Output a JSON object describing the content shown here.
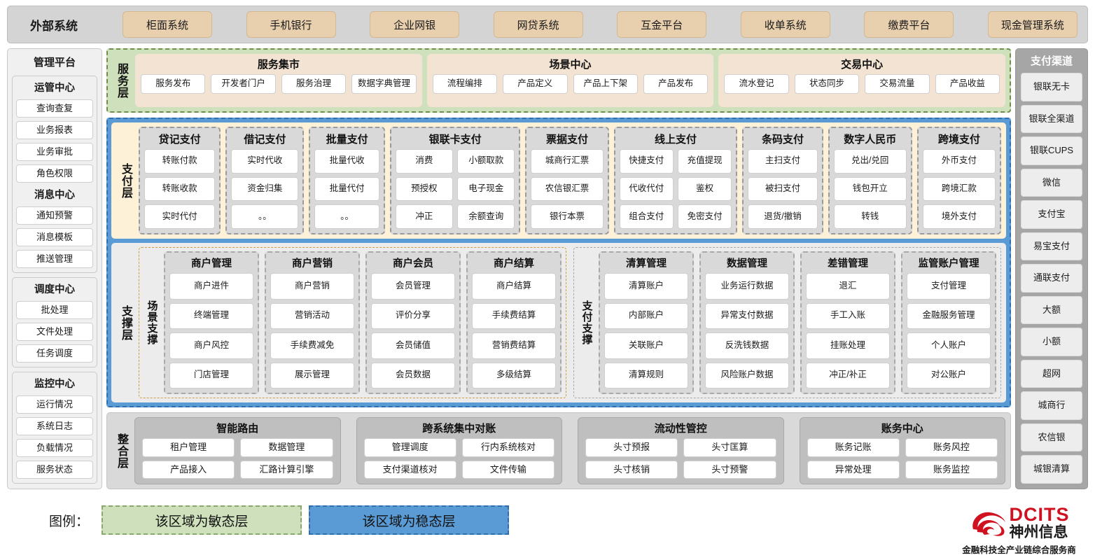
{
  "external": {
    "title": "外部系统",
    "systems": [
      "柜面系统",
      "手机银行",
      "企业网银",
      "网贷系统",
      "互金平台",
      "收单系统",
      "缴费平台",
      "现金管理系统"
    ]
  },
  "management": {
    "title": "管理平台",
    "groups": [
      {
        "title": "运管中心",
        "items": [
          "查询查复",
          "业务报表",
          "业务审批",
          "角色权限"
        ]
      },
      {
        "title": "消息中心",
        "items": [
          "通知预警",
          "消息模板",
          "推送管理"
        ]
      }
    ],
    "standalone": [
      {
        "title": "调度中心",
        "items": [
          "批处理",
          "文件处理",
          "任务调度"
        ]
      },
      {
        "title": "监控中心",
        "items": [
          "运行情况",
          "系统日志",
          "负载情况",
          "服务状态"
        ]
      }
    ]
  },
  "service_layer": {
    "label": "服务层",
    "cards": [
      {
        "title": "服务集市",
        "items": [
          "服务发布",
          "开发者门户",
          "服务治理",
          "数据字典管理"
        ]
      },
      {
        "title": "场景中心",
        "items": [
          "流程编排",
          "产品定义",
          "产品上下架",
          "产品发布"
        ]
      },
      {
        "title": "交易中心",
        "items": [
          "流水登记",
          "状态同步",
          "交易流量",
          "产品收益"
        ]
      }
    ]
  },
  "payment_layer": {
    "label": "支付层",
    "groups": [
      {
        "title": "贷记支付",
        "cols": 1,
        "items": [
          "转账付款",
          "转账收款",
          "实时代付"
        ]
      },
      {
        "title": "借记支付",
        "cols": 1,
        "items": [
          "实时代收",
          "资金归集",
          "。。"
        ]
      },
      {
        "title": "批量支付",
        "cols": 1,
        "items": [
          "批量代收",
          "批量代付",
          "。。"
        ]
      },
      {
        "title": "银联卡支付",
        "cols": 2,
        "items": [
          "消费",
          "小额取款",
          "预授权",
          "电子现金",
          "冲正",
          "余额查询"
        ]
      },
      {
        "title": "票据支付",
        "cols": 1,
        "items": [
          "城商行汇票",
          "农信银汇票",
          "银行本票"
        ]
      },
      {
        "title": "线上支付",
        "cols": 2,
        "items": [
          "快捷支付",
          "充值提现",
          "代收代付",
          "鉴权",
          "组合支付",
          "免密支付"
        ]
      },
      {
        "title": "条码支付",
        "cols": 1,
        "items": [
          "主扫支付",
          "被扫支付",
          "退货/撤销"
        ]
      },
      {
        "title": "数字人民币",
        "cols": 1,
        "items": [
          "兑出/兑回",
          "钱包开立",
          "转钱"
        ]
      },
      {
        "title": "跨境支付",
        "cols": 1,
        "items": [
          "外币支付",
          "跨境汇款",
          "境外支付"
        ]
      }
    ]
  },
  "support_layer": {
    "label": "支撑层",
    "halves": [
      {
        "label": "场景支撑",
        "groups": [
          {
            "title": "商户管理",
            "items": [
              "商户进件",
              "终端管理",
              "商户风控",
              "门店管理"
            ]
          },
          {
            "title": "商户营销",
            "items": [
              "商户营销",
              "营销活动",
              "手续费减免",
              "展示管理"
            ]
          },
          {
            "title": "商户会员",
            "items": [
              "会员管理",
              "评价分享",
              "会员储值",
              "会员数据"
            ]
          },
          {
            "title": "商户结算",
            "items": [
              "商户结算",
              "手续费结算",
              "营销费结算",
              "多级结算"
            ]
          }
        ]
      },
      {
        "label": "支付支撑",
        "groups": [
          {
            "title": "清算管理",
            "items": [
              "清算账户",
              "内部账户",
              "关联账户",
              "清算规则"
            ]
          },
          {
            "title": "数据管理",
            "items": [
              "业务运行数据",
              "异常支付数据",
              "反洗钱数据",
              "风险账户数据"
            ]
          },
          {
            "title": "差错管理",
            "items": [
              "退汇",
              "手工入账",
              "挂账处理",
              "冲正/补正"
            ]
          },
          {
            "title": "监管账户管理",
            "items": [
              "支付管理",
              "金融服务管理",
              "个人账户",
              "对公账户"
            ]
          }
        ]
      }
    ]
  },
  "integration_layer": {
    "label": "整合层",
    "groups": [
      {
        "title": "智能路由",
        "items": [
          "租户管理",
          "数据管理",
          "产品接入",
          "汇路计算引擎"
        ]
      },
      {
        "title": "跨系统集中对账",
        "items": [
          "管理调度",
          "行内系统核对",
          "支付渠道核对",
          "文件传输"
        ]
      },
      {
        "title": "流动性管控",
        "items": [
          "头寸预报",
          "头寸匡算",
          "头寸核销",
          "头寸预警"
        ]
      },
      {
        "title": "账务中心",
        "items": [
          "账务记账",
          "账务风控",
          "异常处理",
          "账务监控"
        ]
      }
    ]
  },
  "channels": {
    "title": "支付渠道",
    "items": [
      "银联无卡",
      "银联全渠道",
      "银联CUPS",
      "微信",
      "支付宝",
      "易宝支付",
      "通联支付",
      "大额",
      "小额",
      "超网",
      "城商行",
      "农信银",
      "城银清算"
    ]
  },
  "legend": {
    "label": "图例：",
    "agile": "该区域为敏态层",
    "stable": "该区域为稳态层"
  },
  "logo": {
    "brand_en": "DCITS",
    "brand_cn": "神州信息",
    "tagline": "金融科技全产业链综合服务商"
  },
  "colors": {
    "agile_green": "#cfe0bc",
    "stable_blue": "#5b9bd5",
    "payment_cream": "#fdf2d8",
    "external_chip": "#e8cfae",
    "brand_red": "#cf1120"
  }
}
